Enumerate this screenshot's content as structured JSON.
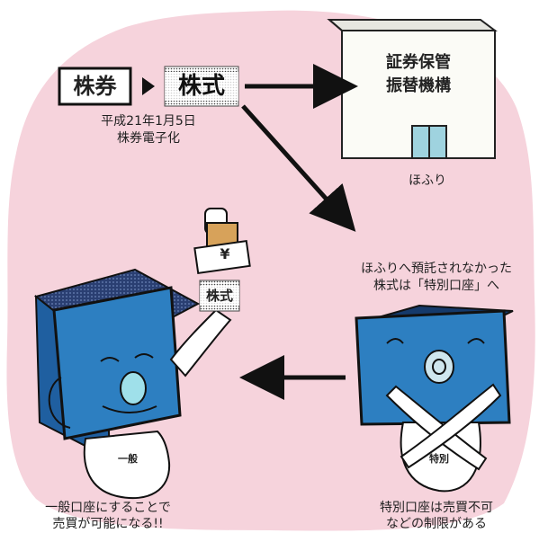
{
  "colors": {
    "background_blob": "#f6d3dc",
    "building_wall": "#fbfbf6",
    "building_roof": "#e6e6e0",
    "door": "#9fd3df",
    "screen_blue": "#2d7fc1",
    "screen_dark": "#153a6b",
    "arrow": "#111111"
  },
  "top": {
    "paper_label": "株券",
    "electronic_label": "株式",
    "date_line1": "平成21年1月5日",
    "date_line2": "株券電子化"
  },
  "building": {
    "name_line1": "証券保管",
    "name_line2": "振替機構",
    "caption": "ほふり"
  },
  "special": {
    "note_line1": "ほふりへ預託されなかった",
    "note_line2": "株式は「特別口座」へ",
    "badge": "特別",
    "caption_line1": "特別口座は売買不可",
    "caption_line2": "などの制限がある"
  },
  "general": {
    "badge": "一般",
    "hand_yen": "¥",
    "hand_stock": "株式",
    "caption_line1": "一般口座にすることで",
    "caption_line2": "売買が可能になる!!"
  },
  "icons": [
    "arrow-right-icon",
    "arrow-diagonal-icon",
    "arrow-left-icon",
    "building-icon",
    "tv-character-general-icon",
    "tv-character-special-icon"
  ]
}
